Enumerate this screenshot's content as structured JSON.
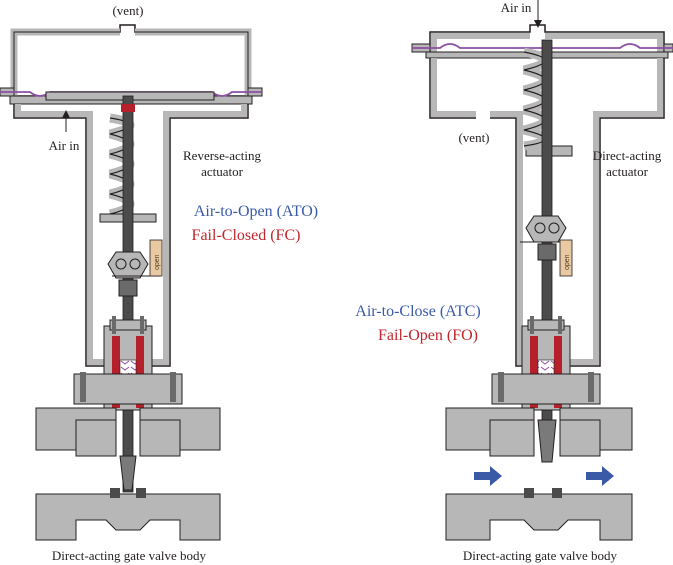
{
  "left": {
    "vent_label": "(vent)",
    "air_in_label": "Air in",
    "actuator_label_line1": "Reverse-acting",
    "actuator_label_line2": "actuator",
    "mode_primary": "Air-to-Open (ATO)",
    "mode_fail": "Fail-Closed (FC)",
    "body_label": "Direct-acting gate valve body",
    "tag_label": "open"
  },
  "right": {
    "vent_label": "(vent)",
    "air_in_label": "Air in",
    "actuator_label_line1": "Direct-acting",
    "actuator_label_line2": "actuator",
    "mode_primary": "Air-to-Close (ATC)",
    "mode_fail": "Fail-Open (FO)",
    "body_label": "Direct-acting gate valve body",
    "tag_label": "open"
  },
  "colors": {
    "metal": "#b7b7b7",
    "outline": "#231f20",
    "packing_red": "#b5202b",
    "diaphragm": "#8c4fa3",
    "tag": "#e9c9a1",
    "flow_arrow": "#3a5aa8",
    "text_blue": "#3a5aa8",
    "text_red": "#c0262d"
  },
  "icons": {
    "flow": "flow-arrow-icon",
    "spring": "spring-icon"
  }
}
